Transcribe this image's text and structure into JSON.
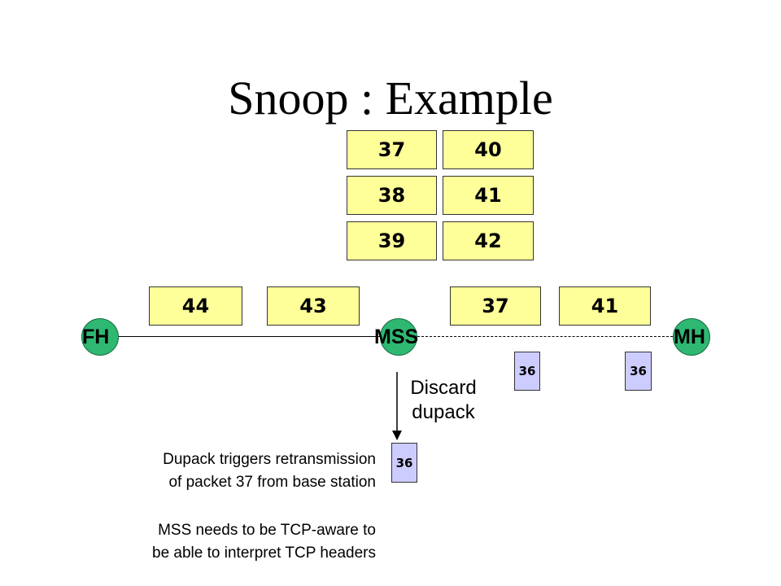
{
  "title": "Snoop : Example",
  "buffer": {
    "left_column": [
      "37",
      "38",
      "39"
    ],
    "right_column": [
      "40",
      "41",
      "42"
    ]
  },
  "wired_packets": [
    "44",
    "43"
  ],
  "wireless_packets": [
    "37",
    "41"
  ],
  "nodes": {
    "fh": "FH",
    "mss": "MSS",
    "mh": "MH"
  },
  "wireless_acks": [
    "36",
    "36"
  ],
  "discard_label": {
    "line1": "Discard",
    "line2": "dupack"
  },
  "discarded_ack": "36",
  "notes": {
    "retransmit_line1": "Dupack triggers retransmission",
    "retransmit_line2": "of packet 37 from base station",
    "tcp_aware_line1": "MSS needs to be TCP-aware to",
    "tcp_aware_line2": "be able to interpret TCP headers"
  },
  "colors": {
    "packet": "#ffff99",
    "ack": "#ccccff",
    "node": "#2eb872"
  }
}
